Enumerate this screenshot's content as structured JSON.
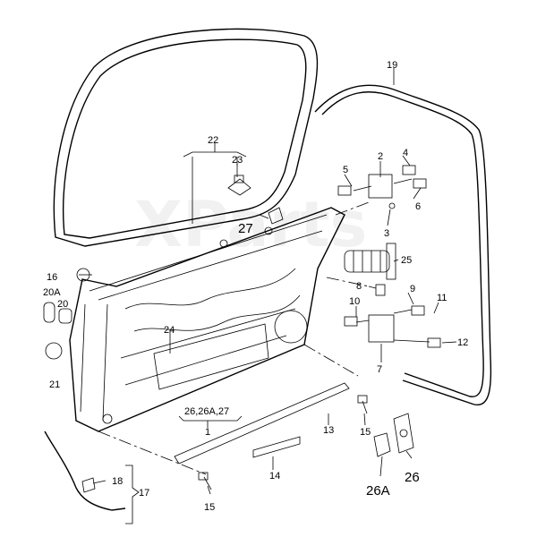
{
  "watermark": "XParts",
  "callouts": {
    "c1": "1",
    "c2": "2",
    "c3": "3",
    "c4": "4",
    "c5": "5",
    "c6": "6",
    "c7": "7",
    "c8": "8",
    "c9": "9",
    "c10": "10",
    "c11": "11",
    "c12": "12",
    "c13": "13",
    "c14": "14",
    "c15a": "15",
    "c15b": "15",
    "c16": "16",
    "c17": "17",
    "c18": "18",
    "c19": "19",
    "c20": "20",
    "c20a": "20A",
    "c21": "21",
    "c22": "22",
    "c23": "23",
    "c24": "24",
    "c25": "25",
    "c26": "26",
    "c26a": "26A",
    "c27": "27",
    "c26group": "26,26A,27"
  }
}
